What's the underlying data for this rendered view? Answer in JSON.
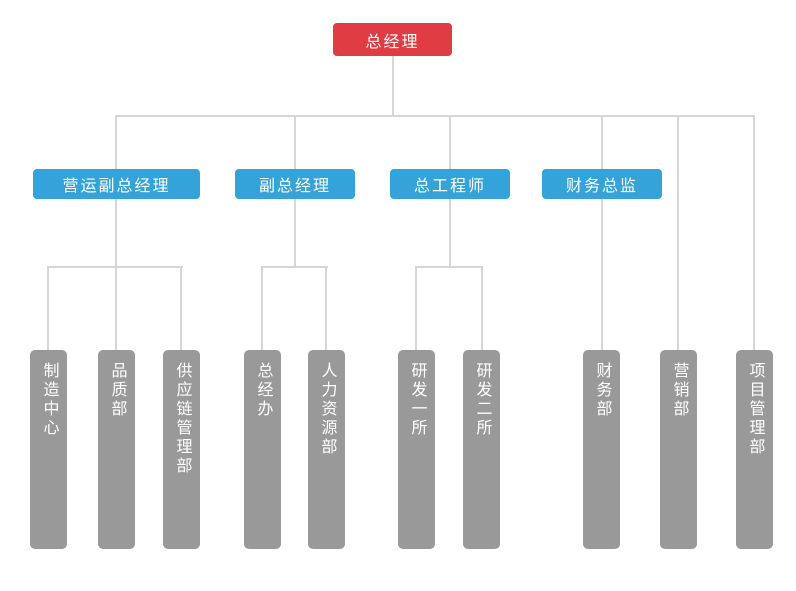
{
  "diagram": {
    "type": "org-chart",
    "background": "#ffffff",
    "colors": {
      "root_node": "#e03c44",
      "manager_node": "#33a3d9",
      "department_node": "#999999",
      "connector_line": "#d6d6d6",
      "node_text": "#ffffff"
    },
    "root": {
      "label": "总经理"
    },
    "managers": [
      {
        "label": "营运副总经理"
      },
      {
        "label": "副总经理"
      },
      {
        "label": "总工程师"
      },
      {
        "label": "财务总监"
      }
    ],
    "departments": [
      {
        "label": "制造中心",
        "reports_to": "营运副总经理"
      },
      {
        "label": "品质部",
        "reports_to": "营运副总经理"
      },
      {
        "label": "供应链管理部",
        "reports_to": "营运副总经理"
      },
      {
        "label": "总经办",
        "reports_to": "副总经理"
      },
      {
        "label": "人力资源部",
        "reports_to": "副总经理"
      },
      {
        "label": "研发一所",
        "reports_to": "总工程师"
      },
      {
        "label": "研发二所",
        "reports_to": "总工程师"
      },
      {
        "label": "财务部",
        "reports_to": "财务总监"
      },
      {
        "label": "营销部",
        "reports_to": "总经理"
      },
      {
        "label": "项目管理部",
        "reports_to": "总经理"
      }
    ]
  }
}
